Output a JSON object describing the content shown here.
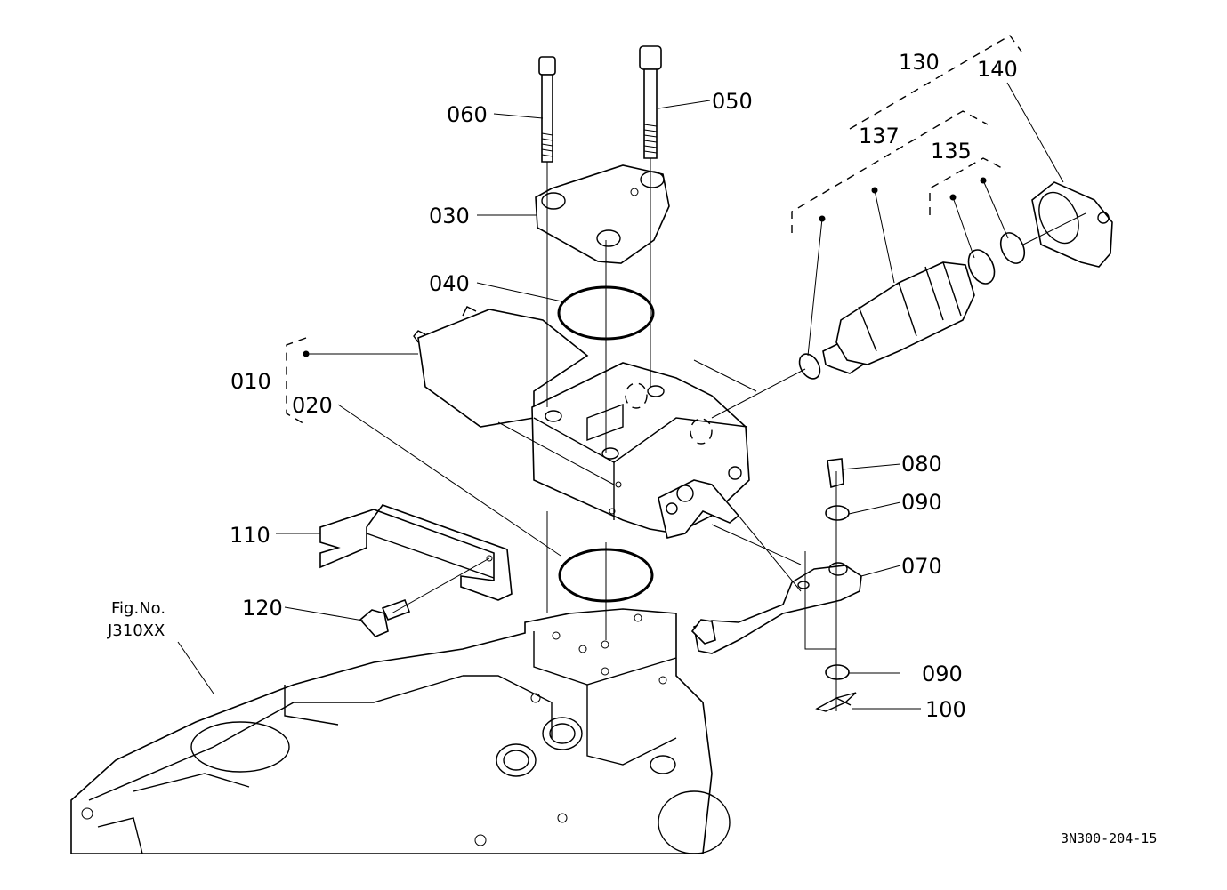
{
  "diagram": {
    "figure_ref": {
      "line1": "Fig.No.",
      "line2": "J310XX"
    },
    "drawing_code": "3N300-204-15",
    "callouts": {
      "p010": "010",
      "p020": "020",
      "p030": "030",
      "p040": "040",
      "p050": "050",
      "p060": "060",
      "p070": "070",
      "p080": "080",
      "p090a": "090",
      "p090b": "090",
      "p100": "100",
      "p110": "110",
      "p120": "120",
      "p130": "130",
      "p135": "135",
      "p137": "137",
      "p140": "140"
    }
  }
}
